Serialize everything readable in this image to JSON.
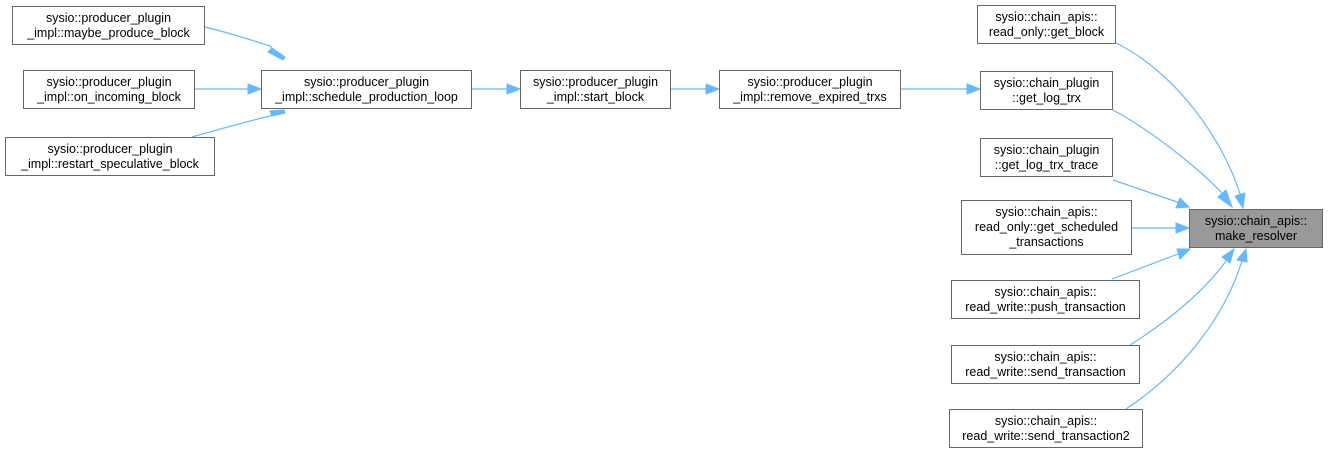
{
  "graph": {
    "edge_color": "#63b8ff",
    "node_border_color": "#666666",
    "current_node_fill": "#999999",
    "nodes": {
      "maybe_produce_block": {
        "line1": "sysio::producer_plugin",
        "line2": "_impl::maybe_produce_block"
      },
      "on_incoming_block": {
        "line1": "sysio::producer_plugin",
        "line2": "_impl::on_incoming_block"
      },
      "restart_speculative_block": {
        "line1": "sysio::producer_plugin",
        "line2": "_impl::restart_speculative_block"
      },
      "schedule_production_loop": {
        "line1": "sysio::producer_plugin",
        "line2": "_impl::schedule_production_loop"
      },
      "start_block": {
        "line1": "sysio::producer_plugin",
        "line2": "_impl::start_block"
      },
      "remove_expired_trxs": {
        "line1": "sysio::producer_plugin",
        "line2": "_impl::remove_expired_trxs"
      },
      "get_block": {
        "line1": "sysio::chain_apis::",
        "line2": "read_only::get_block"
      },
      "get_log_trx": {
        "line1": "sysio::chain_plugin",
        "line2": "::get_log_trx"
      },
      "get_log_trx_trace": {
        "line1": "sysio::chain_plugin",
        "line2": "::get_log_trx_trace"
      },
      "get_scheduled_transactions": {
        "line1": "sysio::chain_apis::",
        "line2": "read_only::get_scheduled",
        "line3": "_transactions"
      },
      "push_transaction": {
        "line1": "sysio::chain_apis::",
        "line2": "read_write::push_transaction"
      },
      "send_transaction": {
        "line1": "sysio::chain_apis::",
        "line2": "read_write::send_transaction"
      },
      "send_transaction2": {
        "line1": "sysio::chain_apis::",
        "line2": "read_write::send_transaction2"
      },
      "make_resolver": {
        "line1": "sysio::chain_apis::",
        "line2": "make_resolver"
      }
    },
    "edges": [
      {
        "from": "maybe_produce_block",
        "to": "schedule_production_loop"
      },
      {
        "from": "on_incoming_block",
        "to": "schedule_production_loop"
      },
      {
        "from": "restart_speculative_block",
        "to": "schedule_production_loop"
      },
      {
        "from": "schedule_production_loop",
        "to": "start_block"
      },
      {
        "from": "start_block",
        "to": "remove_expired_trxs"
      },
      {
        "from": "remove_expired_trxs",
        "to": "get_log_trx"
      },
      {
        "from": "get_block",
        "to": "make_resolver"
      },
      {
        "from": "get_log_trx",
        "to": "make_resolver"
      },
      {
        "from": "get_log_trx_trace",
        "to": "make_resolver"
      },
      {
        "from": "get_scheduled_transactions",
        "to": "make_resolver"
      },
      {
        "from": "push_transaction",
        "to": "make_resolver"
      },
      {
        "from": "send_transaction",
        "to": "make_resolver"
      },
      {
        "from": "send_transaction2",
        "to": "make_resolver"
      }
    ]
  }
}
